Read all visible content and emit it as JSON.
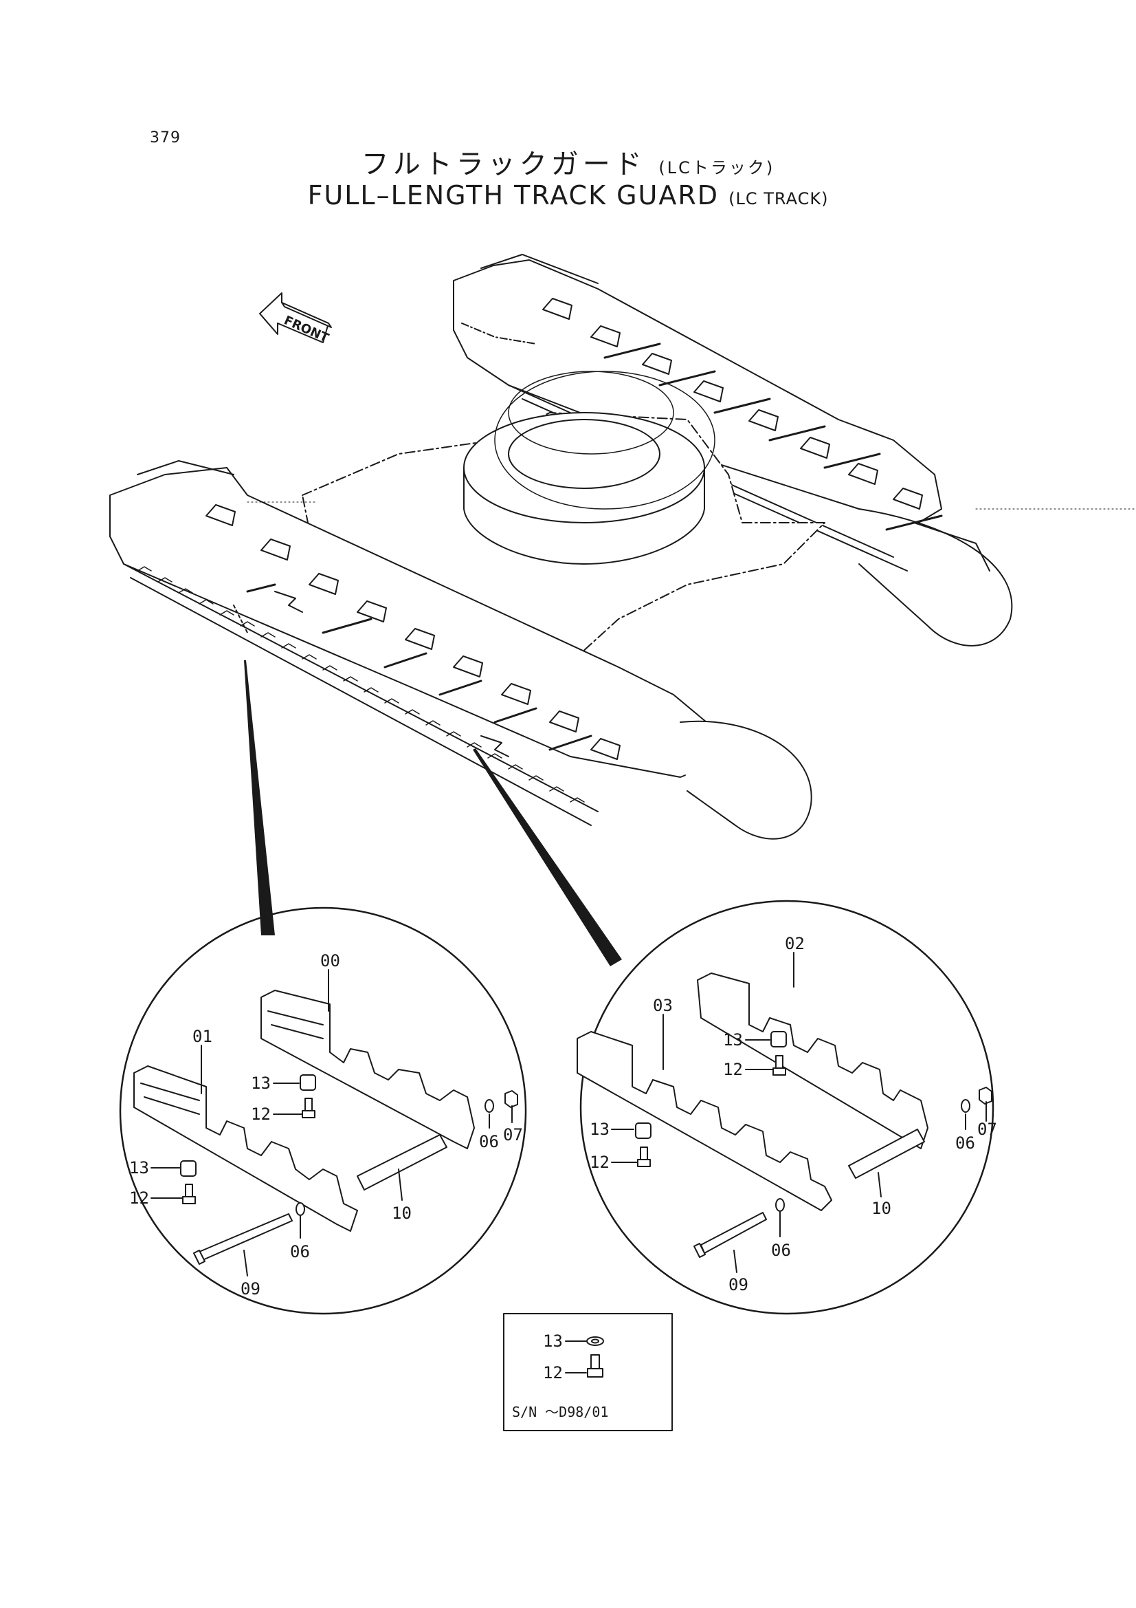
{
  "page_number": "379",
  "title": {
    "japanese_main": "フルトラックガード",
    "japanese_sub": "(LCトラック)",
    "english_main": "FULL–LENGTH TRACK GUARD",
    "english_sub": "(LC TRACK)"
  },
  "front_arrow_label": "FRONT",
  "callouts": {
    "left_detail": {
      "guard": "00",
      "guard_short": "01",
      "bushing_a": "13",
      "bolt_a": "12",
      "bushing_b": "13",
      "bolt_b": "12",
      "washer": "06",
      "nut": "07",
      "pipe": "10",
      "long_bolt_washer": "06",
      "long_bolt": "09"
    },
    "right_detail": {
      "guard": "02",
      "guard_short": "03",
      "bushing_a": "13",
      "bolt_a": "12",
      "bushing_b": "13",
      "bolt_b": "12",
      "washer": "06",
      "nut": "07",
      "pipe": "10",
      "long_bolt_washer": "06",
      "long_bolt": "09"
    },
    "inset": {
      "washer": "13",
      "bolt": "12",
      "serial_note": "S/N ～D98/01"
    }
  }
}
